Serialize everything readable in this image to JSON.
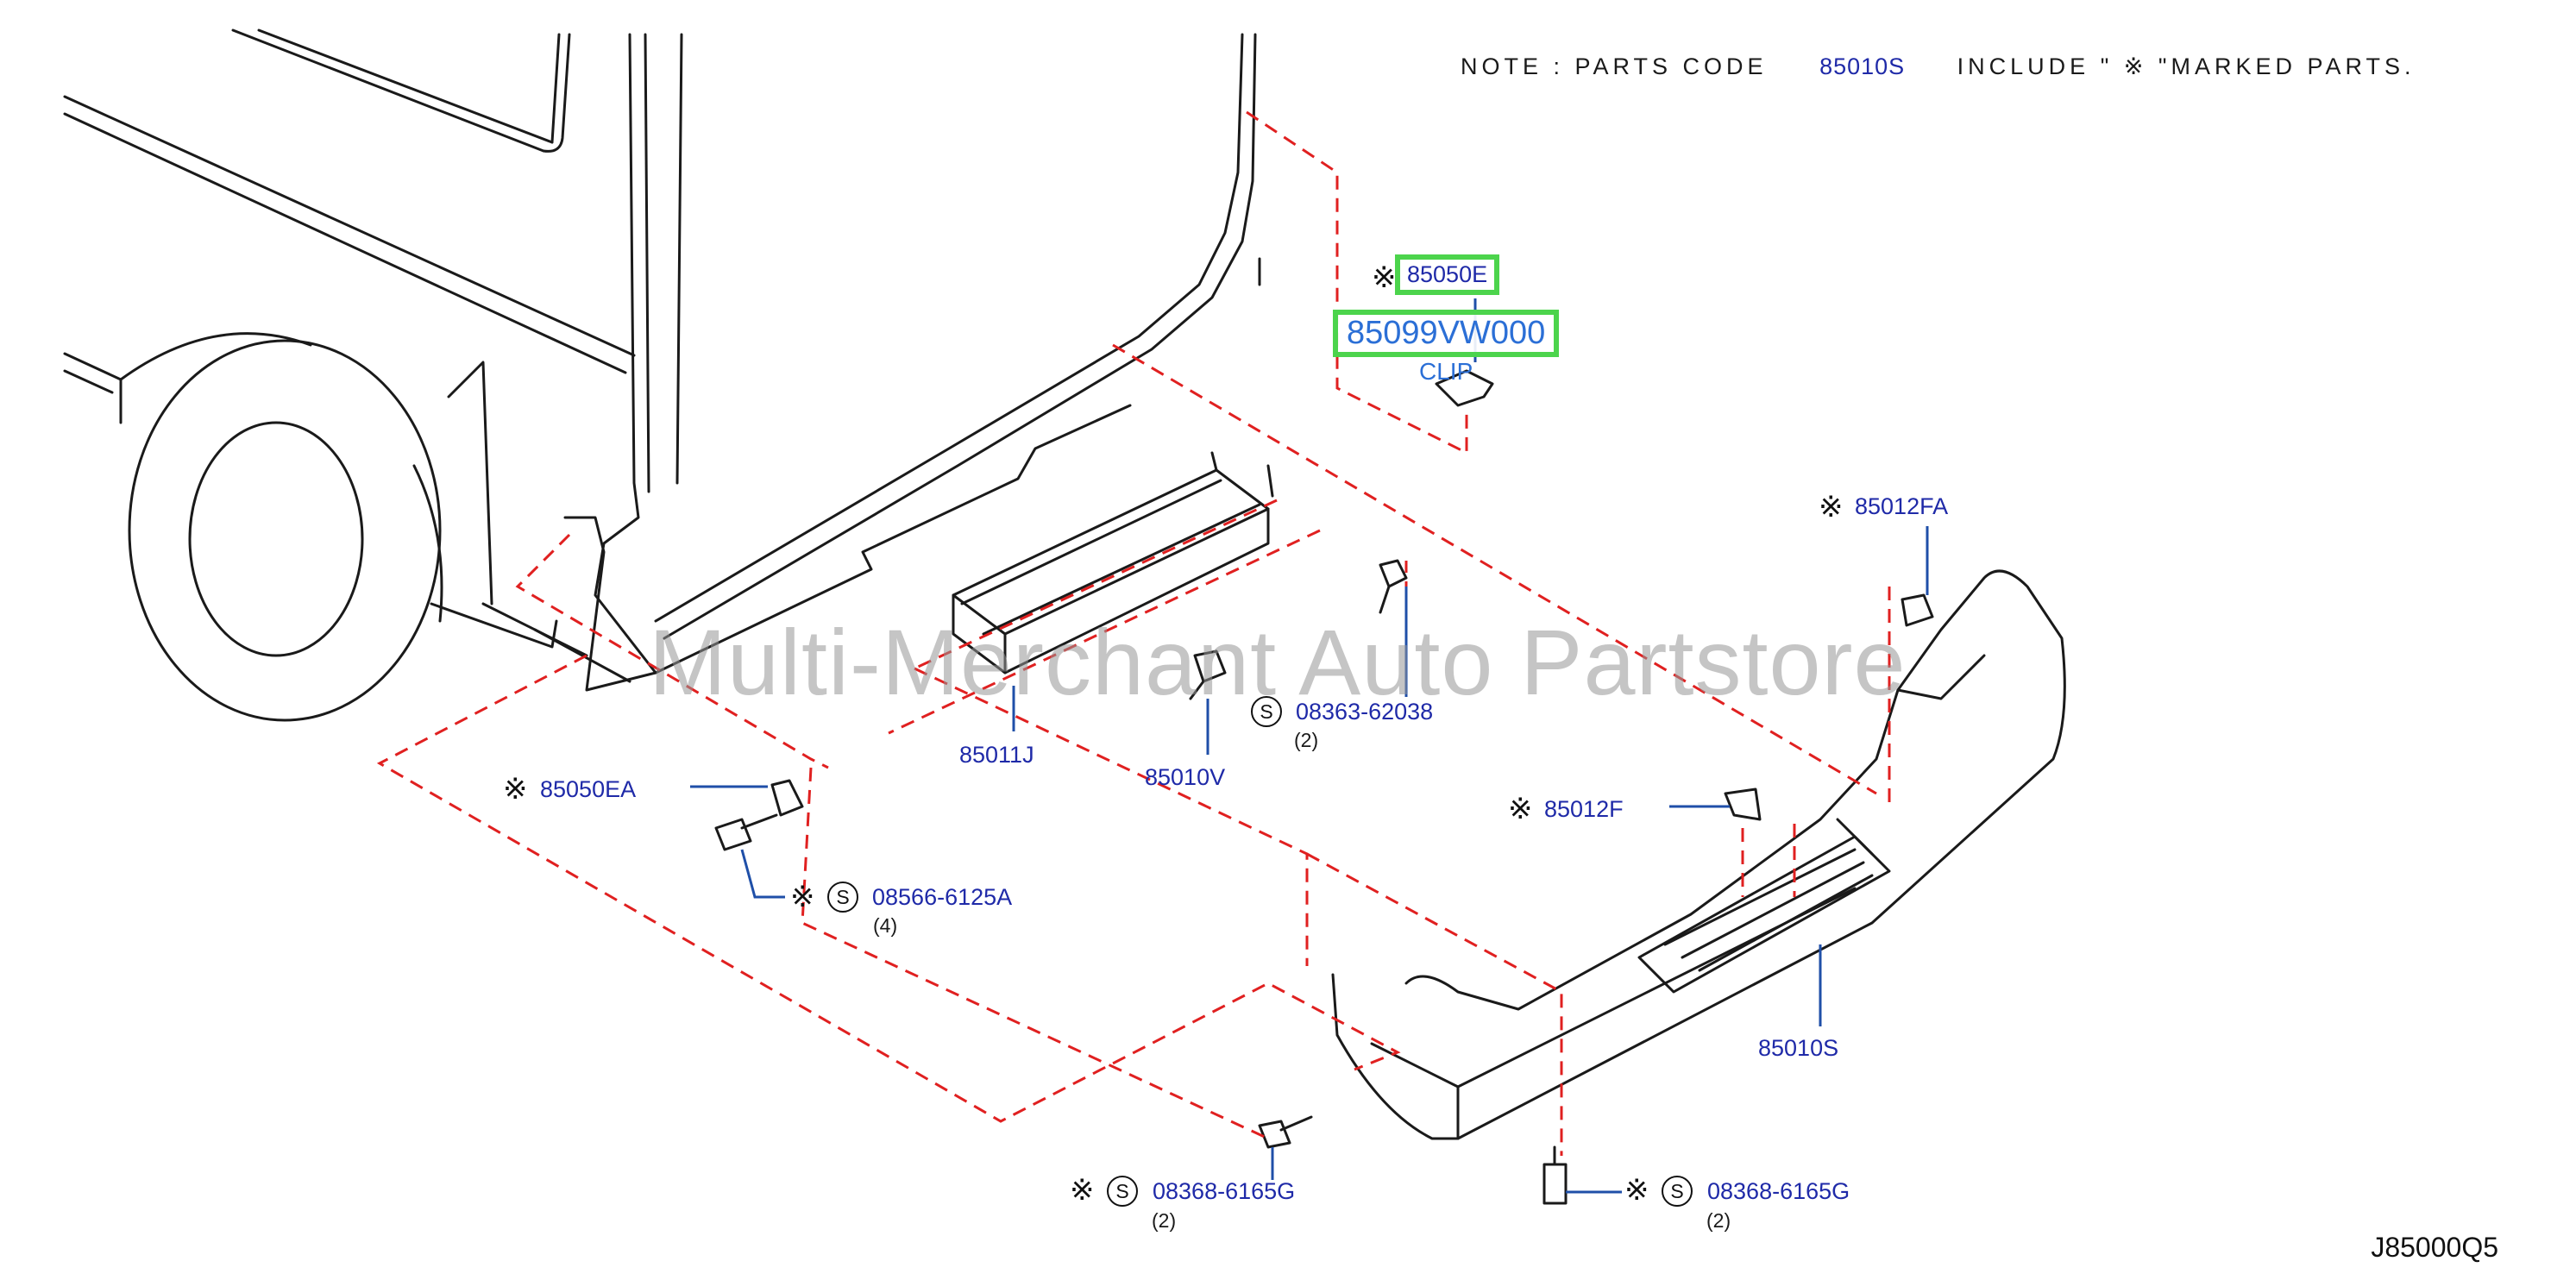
{
  "note": {
    "prefix": "NOTE : PARTS CODE",
    "code": "85010S",
    "suffix": "INCLUDE \" ※ \"MARKED PARTS."
  },
  "callouts": {
    "c85050E": {
      "mark": "※",
      "code": "85050E"
    },
    "c85099": {
      "code": "85099VW000"
    },
    "clip": {
      "label": "CLIP"
    },
    "c85012FA": {
      "mark": "※",
      "code": "85012FA"
    },
    "c85011J": {
      "code": "85011J"
    },
    "c85010V": {
      "code": "85010V"
    },
    "c08363": {
      "s": "S",
      "code": "08363-62038",
      "qty": "(2)"
    },
    "c85050EA": {
      "mark": "※",
      "code": "85050EA"
    },
    "c85012F": {
      "mark": "※",
      "code": "85012F"
    },
    "c08566": {
      "mark": "※",
      "s": "S",
      "code": "08566-6125A",
      "qty": "(4)"
    },
    "c85010S": {
      "code": "85010S"
    },
    "c08368a": {
      "mark": "※",
      "s": "S",
      "code": "08368-6165G",
      "qty": "(2)"
    },
    "c08368b": {
      "mark": "※",
      "s": "S",
      "code": "08368-6165G",
      "qty": "(2)"
    }
  },
  "watermark": "Multi-Merchant Auto Partstore",
  "figure_ref": "J85000Q5",
  "colors": {
    "part_code": "#1f2aa8",
    "highlight": "#4cd44c",
    "dashed_line": "#e02020",
    "outline": "#1a1a1a"
  }
}
